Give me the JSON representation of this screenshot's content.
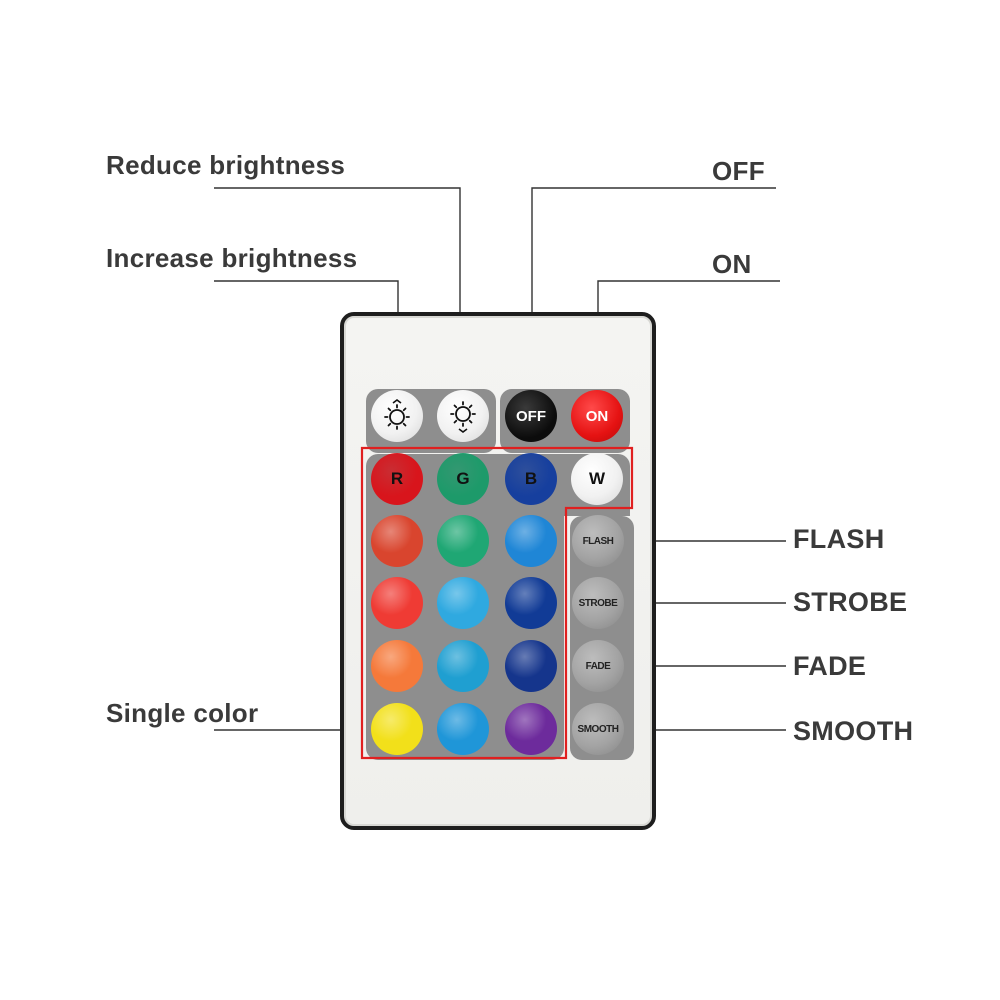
{
  "labels": {
    "reduce_brightness": "Reduce brightness",
    "increase_brightness": "Increase brightness",
    "off": "OFF",
    "on": "ON",
    "flash": "FLASH",
    "strobe": "STROBE",
    "fade": "FADE",
    "smooth": "SMOOTH",
    "single_color": "Single color"
  },
  "remote": {
    "top_row": {
      "increase_icon": "sun-up-icon",
      "reduce_icon": "sun-down-icon",
      "off_label": "OFF",
      "on_label": "ON"
    },
    "rgbw": {
      "r": "R",
      "g": "G",
      "b": "B",
      "w": "W"
    },
    "mode_buttons": {
      "flash": "FLASH",
      "strobe": "STROBE",
      "fade": "FADE",
      "smooth": "SMOOTH"
    },
    "colors": {
      "r": "#d8151c",
      "g": "#1d9a6a",
      "b": "#163f9e",
      "row1": [
        "#d9452e",
        "#1fa774",
        "#1f86d6"
      ],
      "row2": [
        "#ef3b34",
        "#2fa9e0",
        "#113b96"
      ],
      "row3": [
        "#f5793a",
        "#1f9fd1",
        "#15358c"
      ],
      "row4": [
        "#f2e01a",
        "#1f96d8",
        "#6d2b9c"
      ]
    },
    "highlight_color": "#e02020"
  }
}
